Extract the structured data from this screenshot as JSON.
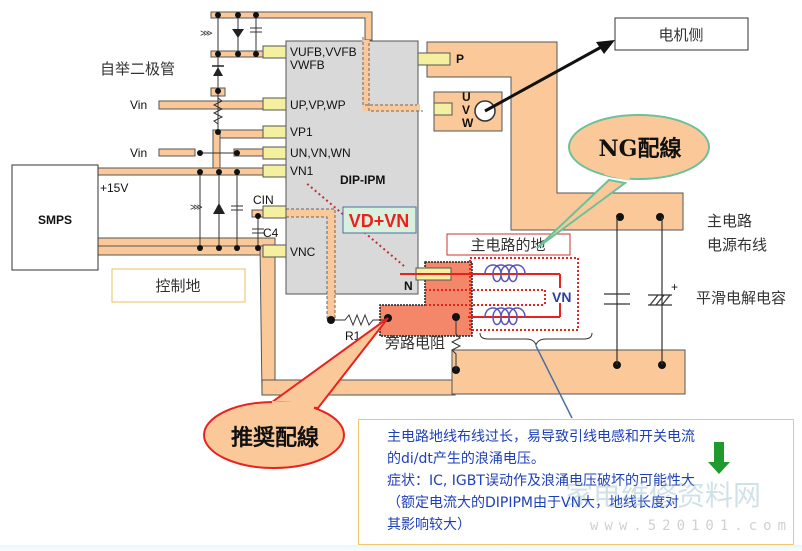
{
  "diagram": {
    "ipm_label": "DIP-IPM",
    "smps_label": "SMPS",
    "motor_side": "电机侧",
    "bootstrap_diode": "自举二极管",
    "control_ground": "控制地",
    "main_ground": "主电路的地",
    "main_power_wiring": [
      "主电路",
      "电源布线"
    ],
    "smoothing_cap": "平滑电解电容",
    "bypass_resistor": "旁路电阻",
    "ng_wiring": "NG配線",
    "recommended_wiring": "推奨配線",
    "vd_vn": "VD+VN",
    "vn_label": "VN",
    "supply_15v": "+15V",
    "vin_top": "Vin",
    "vin_bottom": "Vin",
    "cin": "CIN",
    "c4": "C4",
    "r1": "R1",
    "pins": {
      "vfb1": "VUFB,VVFB",
      "vfb2": "VWFB",
      "p": "P",
      "uvw": [
        "U",
        "V",
        "W"
      ],
      "up": "UP,VP,WP",
      "vp1": "VP1",
      "un": "UN,VN,WN",
      "vn1": "VN1",
      "vnc": "VNC",
      "n": "N"
    }
  },
  "note": {
    "lines": [
      "主电路地线布线过长，易导致引线电感和开关电流",
      "的di/dt产生的浪涌电压。",
      "症状：IC, IGBT误动作及浪涌电压破坏的可能性大",
      "（额定电流大的DIPIPM由于VN大，地线长度对",
      "其影响较大）"
    ]
  },
  "watermark": {
    "text": "家电维修资料网",
    "url": "www.520101.com"
  },
  "colors": {
    "trace": "#fbc999",
    "ipm": "#d9d9d9",
    "pin": "#f4f0a0",
    "recommended": "#f4876a",
    "red": "#e8231f",
    "green_bubble": "#6cc19a",
    "note_text": "#1f3fb8",
    "coil": "#5a55b5"
  }
}
